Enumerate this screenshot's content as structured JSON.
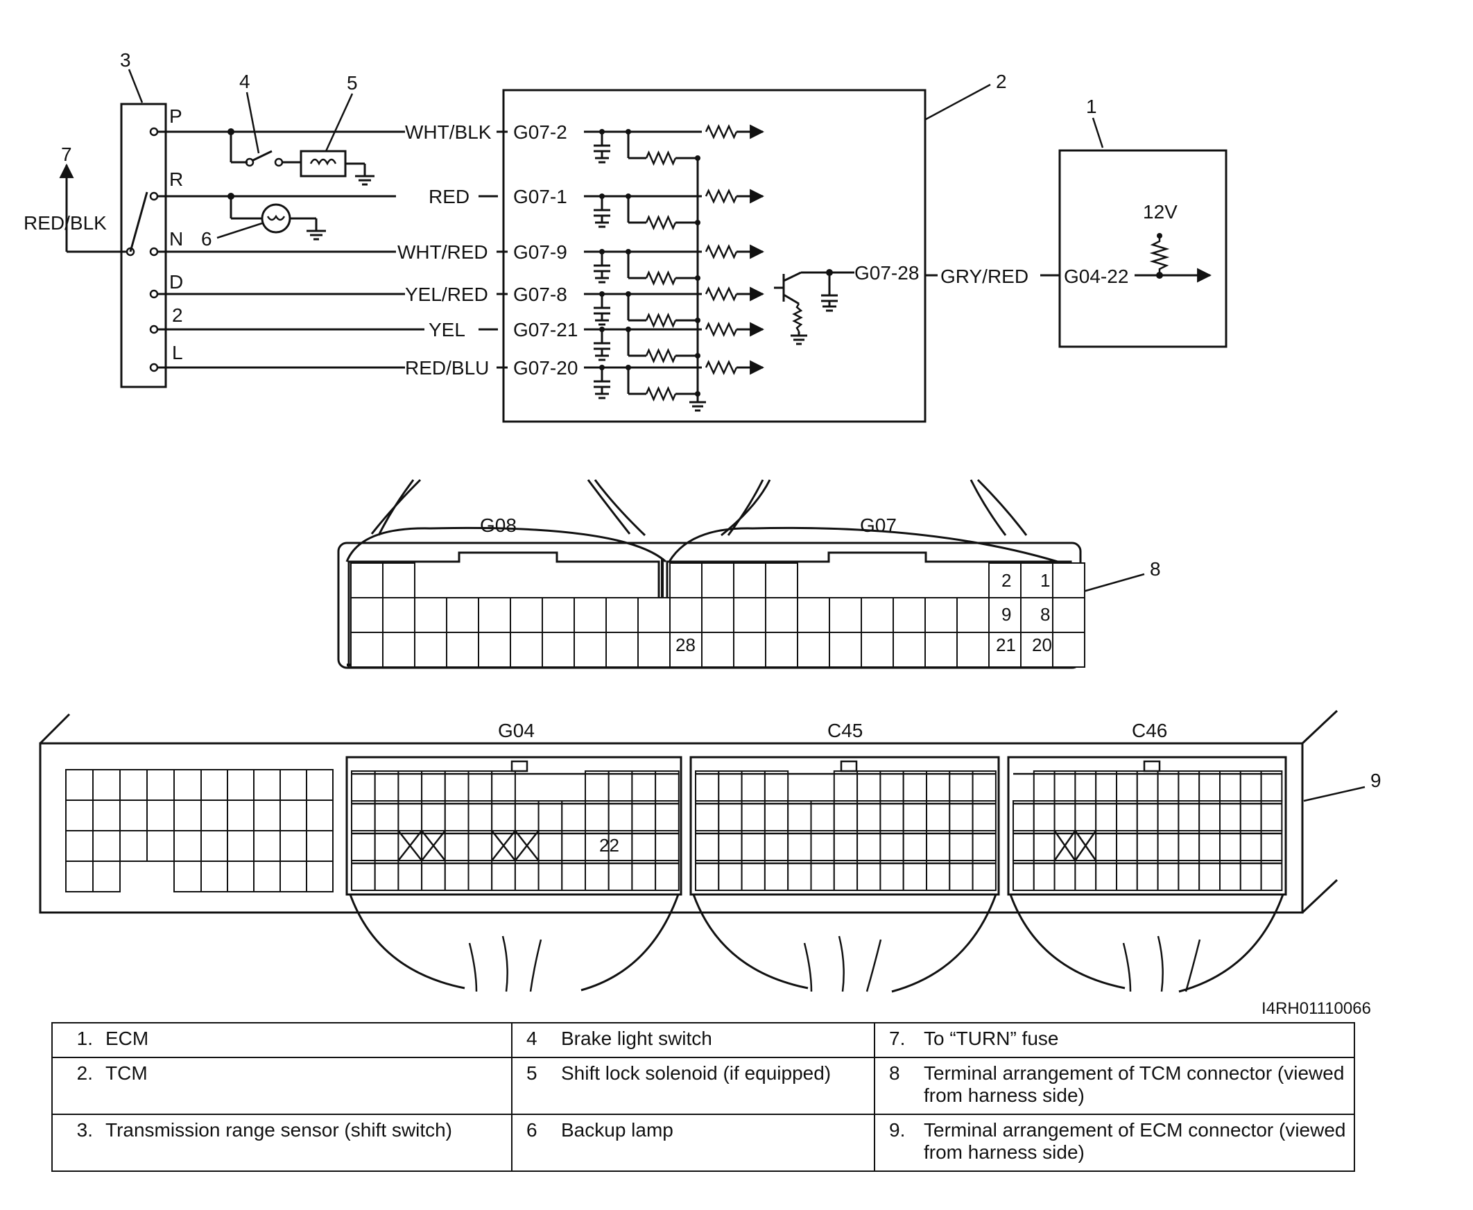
{
  "callouts": [
    "1",
    "2",
    "3",
    "4",
    "5",
    "6",
    "7",
    "8",
    "9"
  ],
  "sensor": {
    "positions": [
      "P",
      "R",
      "N",
      "D",
      "2",
      "L"
    ],
    "feed_wire": "RED/BLK"
  },
  "wires": [
    {
      "color": "WHT/BLK",
      "terminal": "G07-2"
    },
    {
      "color": "RED",
      "terminal": "G07-1"
    },
    {
      "color": "WHT/RED",
      "terminal": "G07-9"
    },
    {
      "color": "YEL/RED",
      "terminal": "G07-8"
    },
    {
      "color": "YEL",
      "terminal": "G07-21"
    },
    {
      "color": "RED/BLU",
      "terminal": "G07-20"
    }
  ],
  "link": {
    "tcm_terminal": "G07-28",
    "wire": "GRY/RED",
    "ecm_terminal": "G04-22",
    "voltage": "12V"
  },
  "tcm_connector": {
    "halves": [
      "G08",
      "G07"
    ],
    "labels": [
      "2",
      "1",
      "9",
      "8",
      "21",
      "20",
      "28"
    ]
  },
  "ecm_connector": {
    "groups": [
      "G04",
      "C45",
      "C46"
    ],
    "label": "22"
  },
  "figure_id": "I4RH01110066",
  "legend": [
    {
      "n": "1.",
      "text": "ECM"
    },
    {
      "n": "2.",
      "text": "TCM"
    },
    {
      "n": "3.",
      "text": "Transmission range sensor (shift switch)"
    },
    {
      "n": "4",
      "text": "Brake light switch"
    },
    {
      "n": "5",
      "text": "Shift lock solenoid (if equipped)"
    },
    {
      "n": "6",
      "text": "Backup lamp"
    },
    {
      "n": "7.",
      "text": "To “TURN” fuse"
    },
    {
      "n": "8",
      "text": "Terminal arrangement of TCM connector (viewed from harness side)"
    },
    {
      "n": "9.",
      "text": "Terminal arrangement of ECM connector (viewed from harness side)"
    }
  ]
}
